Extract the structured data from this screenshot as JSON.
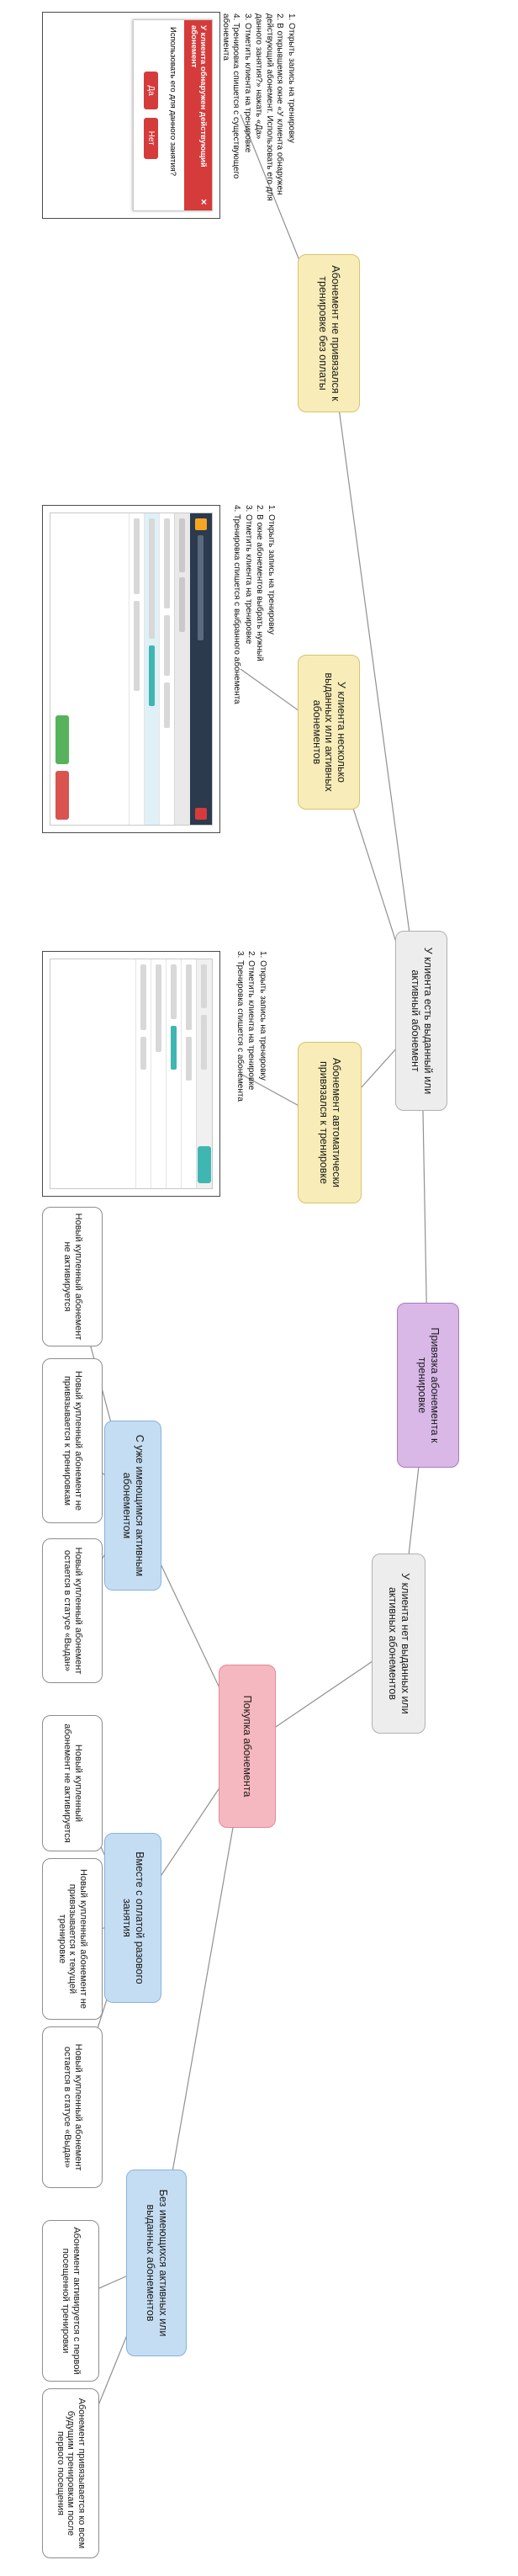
{
  "colors": {
    "yellow_node": "#f8ecb8",
    "gray_node": "#ededed",
    "purple_node": "#d9b8e8",
    "pink_node": "#f6b8c0",
    "blue_node": "#c5ddf2",
    "white_node": "#ffffff",
    "connector": "#909090",
    "dialog_red": "#d63b3b",
    "screenshot_navy": "#2b3a4d",
    "screenshot_orange": "#f5a623",
    "screenshot_green": "#56b35c",
    "screenshot_teal": "#3fb6b2"
  },
  "nodes": {
    "root": {
      "label": "Привязка абонемента к тренировке"
    },
    "has_subscription": {
      "label": "У клиента есть выданный или активный абонемент"
    },
    "no_subscription": {
      "label": "У клиента нет выданных или активных абонементов"
    },
    "auto_linked": {
      "label": "Абонемент автоматически привязался к тренировке"
    },
    "several_subscriptions": {
      "label": "У клиента несколько выданных или активных абонементов"
    },
    "not_linked_unpaid": {
      "label": "Абонемент не привязался к тренировке без оплаты"
    },
    "purchase": {
      "label": "Покупка абонемента"
    },
    "with_existing_active": {
      "label": "С уже имеющимся активным абонементом"
    },
    "with_single_visit_payment": {
      "label": "Вместе с оплатой разового занятия"
    },
    "without_existing": {
      "label": "Без имеющихся активных или выданных абонементов"
    },
    "outcome_not_activated_1": {
      "label": "Новый купленный абонемент не активируется"
    },
    "outcome_not_linked_trainings": {
      "label": "Новый купленный абонемент не привязывается к тренировкам"
    },
    "outcome_status_issued_1": {
      "label": "Новый купленный абонемент остается в статусе «Выдан»"
    },
    "outcome_not_activated_2": {
      "label": "Новый купленный абонемент не активируется"
    },
    "outcome_not_linked_current": {
      "label": "Новый купленный абонемент не привязывается к текущей тренировке"
    },
    "outcome_status_issued_2": {
      "label": "Новый купленный абонемент остается в статусе «Выдан»"
    },
    "outcome_activates_first_visit": {
      "label": "Абонемент активируется с первой посещенной тренировки"
    },
    "outcome_links_future": {
      "label": "Абонемент привязывается ко всем будущим тренировкам после первого посещения"
    }
  },
  "instructions": {
    "not_linked_unpaid": {
      "items": [
        "1. Открыть запись на тренировку",
        "2. В открывшемся окне «У клиента обнаружен действующий абонемент. Использовать его для данного занятия?» нажать «Да»",
        "3. Отметить клиента на тренировке",
        "4. Тренировка спишется с существующего абонемента"
      ]
    },
    "several_subscriptions": {
      "items": [
        "1. Открыть запись на тренировку",
        "2. В окне абонементов выбрать нужный",
        "3. Отметить клиента на тренировке",
        "4. Тренировка спишется с выбранного абонемента"
      ]
    },
    "auto_linked": {
      "items": [
        "1. Открыть запись на тренировку",
        "2. Отметить клиента на тренировке",
        "3. Тренировка спишется с абонемента"
      ]
    }
  },
  "dialog": {
    "title": "У клиента обнаружен действующий абонемент",
    "question": "Использовать его для данного занятия?",
    "yes_label": "Да",
    "no_label": "Нет",
    "close_glyph": "✕"
  }
}
